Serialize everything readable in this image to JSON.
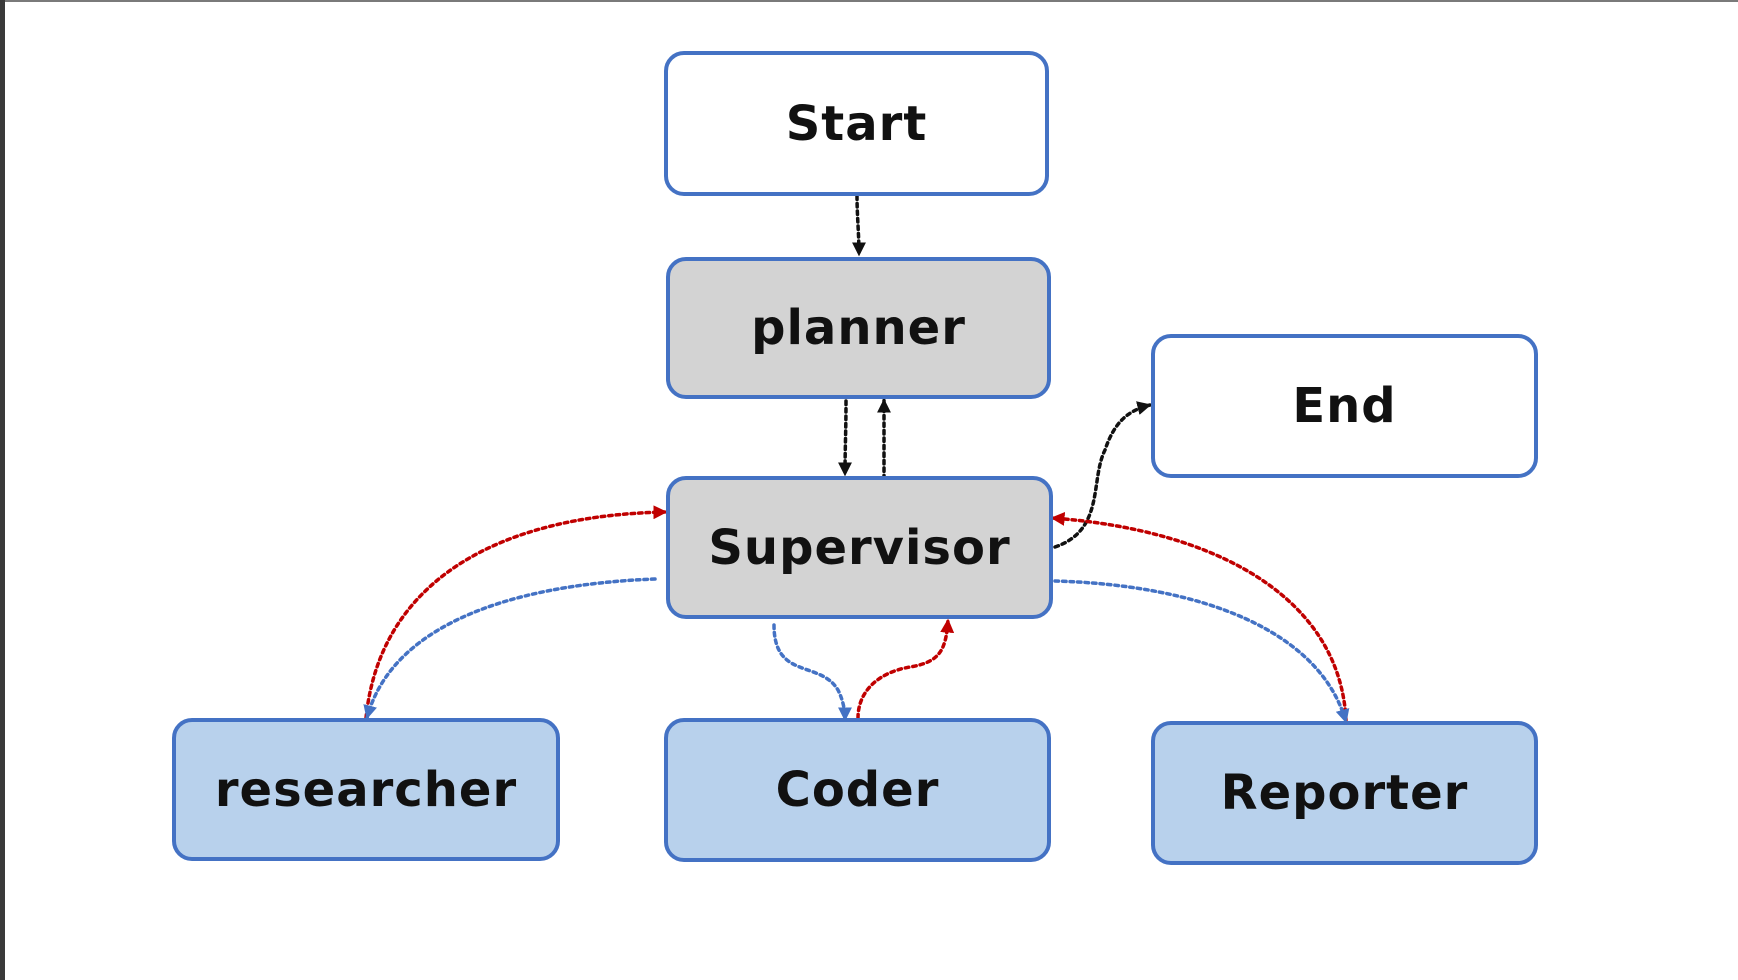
{
  "nodes": {
    "start": "Start",
    "planner": "planner",
    "supervisor": "Supervisor",
    "end": "End",
    "researcher": "researcher",
    "coder": "Coder",
    "reporter": "Reporter"
  },
  "colors": {
    "border": "#4472c4",
    "white_fill": "#ffffff",
    "gray_fill": "#d3d3d3",
    "blue_fill": "#b8d1ec",
    "edge_black": "#111111",
    "edge_red": "#c00000",
    "edge_blue": "#4472c4"
  },
  "edges": [
    {
      "from": "start",
      "to": "planner",
      "color": "black"
    },
    {
      "from": "planner",
      "to": "supervisor",
      "color": "black"
    },
    {
      "from": "supervisor",
      "to": "planner",
      "color": "black"
    },
    {
      "from": "supervisor",
      "to": "end",
      "color": "black"
    },
    {
      "from": "researcher",
      "to": "supervisor",
      "color": "red"
    },
    {
      "from": "supervisor",
      "to": "researcher",
      "color": "blue"
    },
    {
      "from": "supervisor",
      "to": "coder",
      "color": "blue"
    },
    {
      "from": "coder",
      "to": "supervisor",
      "color": "red"
    },
    {
      "from": "reporter",
      "to": "supervisor",
      "color": "red"
    },
    {
      "from": "supervisor",
      "to": "reporter",
      "color": "blue"
    }
  ]
}
